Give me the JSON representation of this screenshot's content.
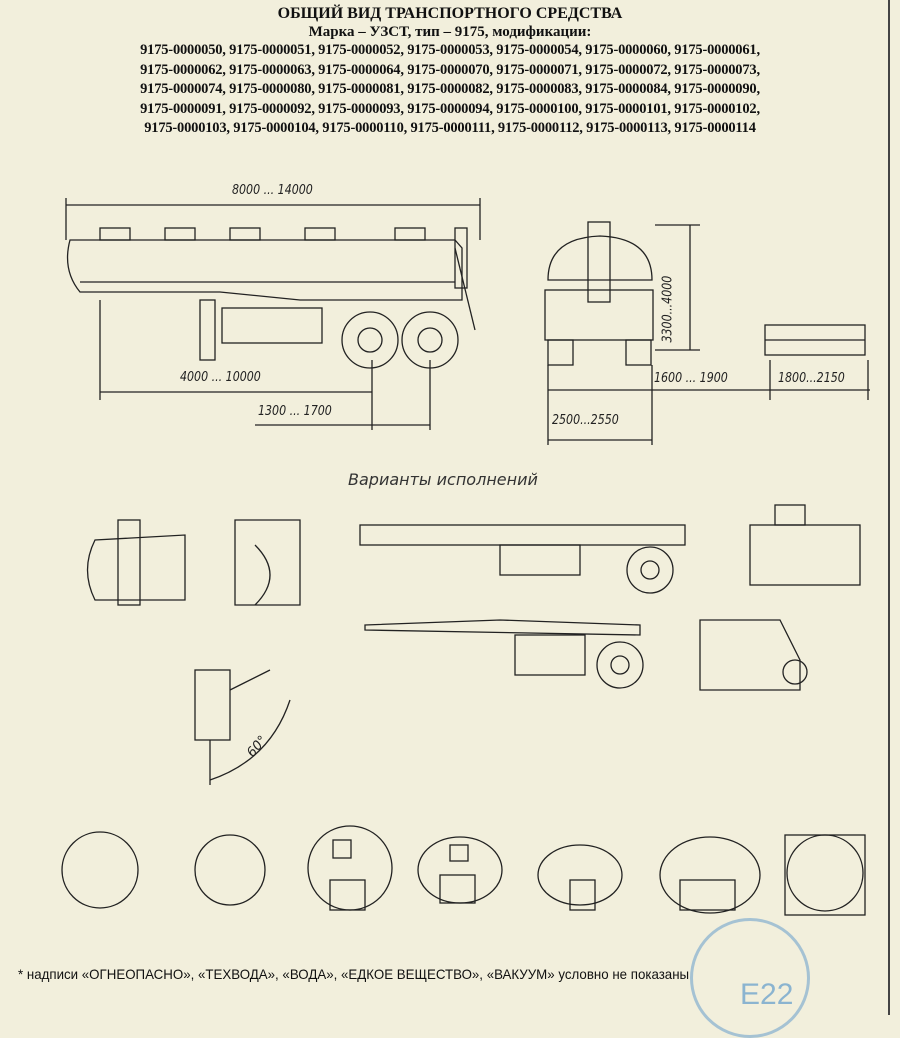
{
  "header": {
    "title": "ОБЩИЙ ВИД ТРАНСПОРТНОГО СРЕДСТВА",
    "subtitle": "Марка – УЗСТ, тип – 9175, модификации:",
    "modification_lines": [
      "9175-0000050, 9175-0000051, 9175-0000052, 9175-0000053, 9175-0000054, 9175-0000060, 9175-0000061,",
      "9175-0000062, 9175-0000063, 9175-0000064, 9175-0000070, 9175-0000071, 9175-0000072, 9175-0000073,",
      "9175-0000074, 9175-0000080, 9175-0000081, 9175-0000082, 9175-0000083, 9175-0000084, 9175-0000090,",
      "9175-0000091, 9175-0000092, 9175-0000093, 9175-0000094, 9175-0000100, 9175-0000101, 9175-0000102,",
      "9175-0000103, 9175-0000104, 9175-0000110, 9175-0000111, 9175-0000112, 9175-0000113, 9175-0000114"
    ]
  },
  "dimensions": {
    "overall_length": "8000 ... 14000",
    "height": "3300...4000",
    "kingpin_to_axle": "4000 ... 10000",
    "axle_spread": "1300 ... 1700",
    "track": "1600 ... 1900",
    "rear_frame_width": "1800...2150",
    "overall_width": "2500...2550",
    "tilt_angle": "60°"
  },
  "variants_heading": "Варианты исполнений",
  "footnote": "* надписи «ОГНЕОПАСНО»,  «ТЕХВОДА», «ВОДА», «ЕДКОЕ ВЕЩЕСТВО», «ВАКУУМ» условно не показаны",
  "stamp": {
    "code": "E22"
  }
}
